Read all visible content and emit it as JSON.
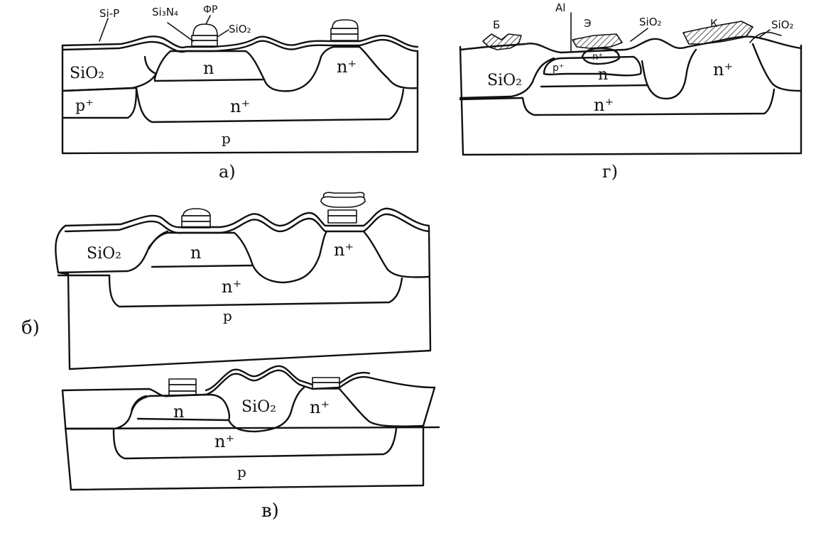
{
  "panel_a": {
    "caption": "а)",
    "labels": {
      "si_p": "Si-P",
      "si3n4": "Si₃N₄",
      "fr": "ФР",
      "sio2_top": "SiO₂",
      "sio2": "SiO₂",
      "n": "n",
      "n_plus_right": "n⁺",
      "p_plus": "p⁺",
      "n_plus_buried": "n⁺",
      "p_sub": "p"
    }
  },
  "panel_b": {
    "caption": "б)",
    "labels": {
      "sio2": "SiO₂",
      "n": "n",
      "n_plus_right": "n⁺",
      "n_plus_buried": "n⁺",
      "p_sub": "p"
    }
  },
  "panel_v": {
    "caption": "в)",
    "labels": {
      "n": "n",
      "sio2": "SiO₂",
      "n_plus_right": "n⁺",
      "n_plus_buried": "n⁺",
      "p_sub": "p"
    }
  },
  "panel_g": {
    "caption": "г)",
    "labels": {
      "b": "Б",
      "al": "Al",
      "e": "Э",
      "sio2_top": "SiO₂",
      "k": "К",
      "sio2_right": "SiO₂",
      "sio2_left": "SiO₂",
      "p_plus": "p⁺",
      "n_plus_emitter": "n⁺",
      "n": "n",
      "n_plus_right": "n⁺",
      "n_plus_buried": "n⁺"
    }
  }
}
